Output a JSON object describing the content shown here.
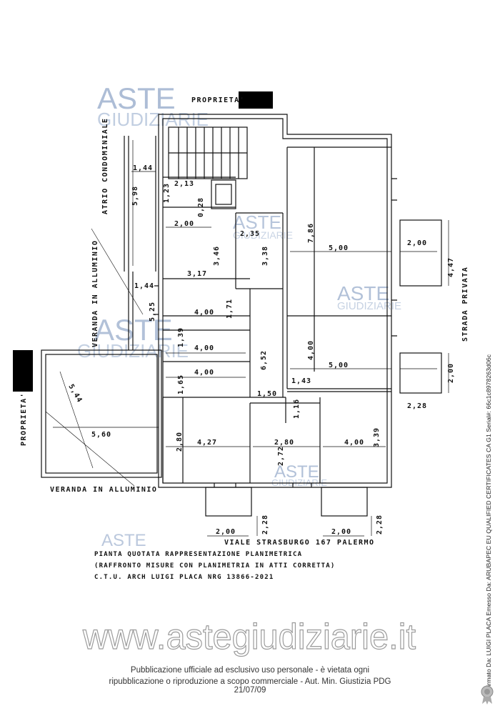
{
  "watermarks": {
    "brand_top": "ASTE",
    "brand_bottom": "GIUDIZIARIE",
    "website": "www.astegiudiziarie.it"
  },
  "labels": {
    "owner_top": "PROPRIETA'",
    "owner_left": "PROPRIETA'",
    "atrium": "ATRIO CONDOMINIALE",
    "veranda_upper": "VERANDA IN ALLUMINIO",
    "veranda_lower": "VERANDA IN ALLUMINIO",
    "private_road": "STRADA PRIVATA",
    "street": "VIALE STRASBURGO 167 PALERMO"
  },
  "dimensions": {
    "d144a": "1,44",
    "d598": "5,98",
    "d213": "2,13",
    "d123": "1,23",
    "d028": "0,28",
    "d200a": "2,00",
    "d235": "2,35",
    "d346": "3,46",
    "d338": "3,38",
    "d786": "7,86",
    "d500a": "5,00",
    "d200b": "2,00",
    "d447": "4,47",
    "d317": "3,17",
    "d144b": "1,44",
    "d525": "5,25",
    "d400a": "4,00",
    "d171": "1,71",
    "d139": "1,39",
    "d400b": "4,00",
    "d652": "6,52",
    "d400c": "4,00",
    "d500b": "5,00",
    "d200c": "2,00",
    "d165": "1,65",
    "d400d": "4,00",
    "d143": "1,43",
    "d150": "1,50",
    "d116": "1,16",
    "d228a": "2,28",
    "d544": "5,44",
    "d560": "5,60",
    "d280a": "2,80",
    "d427": "4,27",
    "d280b": "2,80",
    "d272": "2,72",
    "d400e": "4,00",
    "d339": "3,39",
    "d200d": "2,00",
    "d228b": "2,28",
    "d200e": "2,00",
    "d228c": "2,28"
  },
  "caption": {
    "line1": "PIANTA QUOTATA RAPPRESENTAZIONE PLANIMETRICA",
    "line2": "(RAFFRONTO MISURE CON PLANIMETRIA IN ATTI CORRETTA)",
    "line3": "C.T.U. ARCH LUIGI PLACA  NRG 13866-2021"
  },
  "notice": {
    "line1": "Pubblicazione ufficiale ad esclusivo uso personale - è vietata ogni",
    "line2": "ripubblicazione o riproduzione a scopo commerciale - Aut. Min. Giustizia PDG 21/07/09"
  },
  "signature": "Firmato Da: LUIGI PLACA Emesso Da: ARUBAPEC EU QUALIFIED CERTIFICATES CA G1 Serial#: 66c1c8978263d06c",
  "colors": {
    "watermark": "#9fb2cf",
    "ink": "#111111",
    "redaction": "#000000"
  }
}
